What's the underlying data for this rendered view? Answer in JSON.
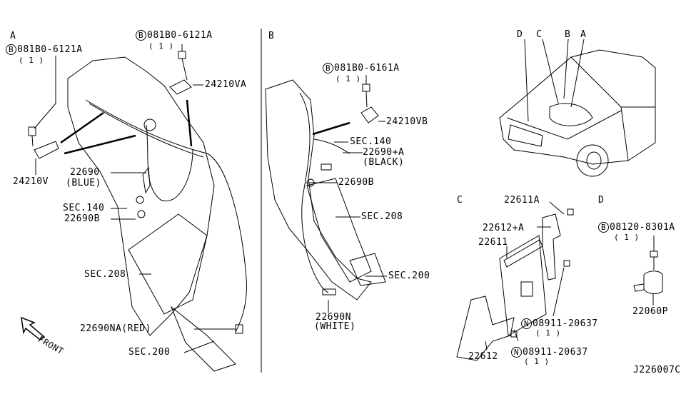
{
  "diagram_id": "J226007C",
  "sections": {
    "A": {
      "title": "A",
      "bolt_left": {
        "symbol": "B",
        "part": "081B0-6121A",
        "qty": "( 1 )"
      },
      "bolt_top": {
        "symbol": "B",
        "part": "081B0-6121A",
        "qty": "( 1 )"
      },
      "parts": [
        "24210VA",
        "24210V",
        "22690",
        "(BLUE)",
        "SEC.140",
        "22690B",
        "SEC.208",
        "22690NA(RED)",
        "SEC.200"
      ],
      "front": "FRONT"
    },
    "B": {
      "title": "B",
      "bolt": {
        "symbol": "B",
        "part": "081B0-6161A",
        "qty": "( 1 )"
      },
      "parts": [
        "24210VB",
        "SEC.140",
        "22690+A",
        "(BLACK)",
        "22690B",
        "SEC.208",
        "SEC.200",
        "22690N",
        "(WHITE)"
      ]
    },
    "vehicle": {
      "callouts": [
        "D",
        "C",
        "B",
        "A"
      ]
    },
    "C": {
      "title": "C",
      "parts": [
        "22611A",
        "22612+A",
        "22611",
        "22612"
      ],
      "nut_1": {
        "symbol": "N",
        "part": "08911-20637",
        "qty": "( 1 )"
      },
      "nut_2": {
        "symbol": "N",
        "part": "08911-20637",
        "qty": "( 1 )"
      }
    },
    "D": {
      "title": "D",
      "bolt": {
        "symbol": "B",
        "part": "08120-8301A",
        "qty": "( 1 )"
      },
      "parts": [
        "22060P"
      ]
    }
  }
}
